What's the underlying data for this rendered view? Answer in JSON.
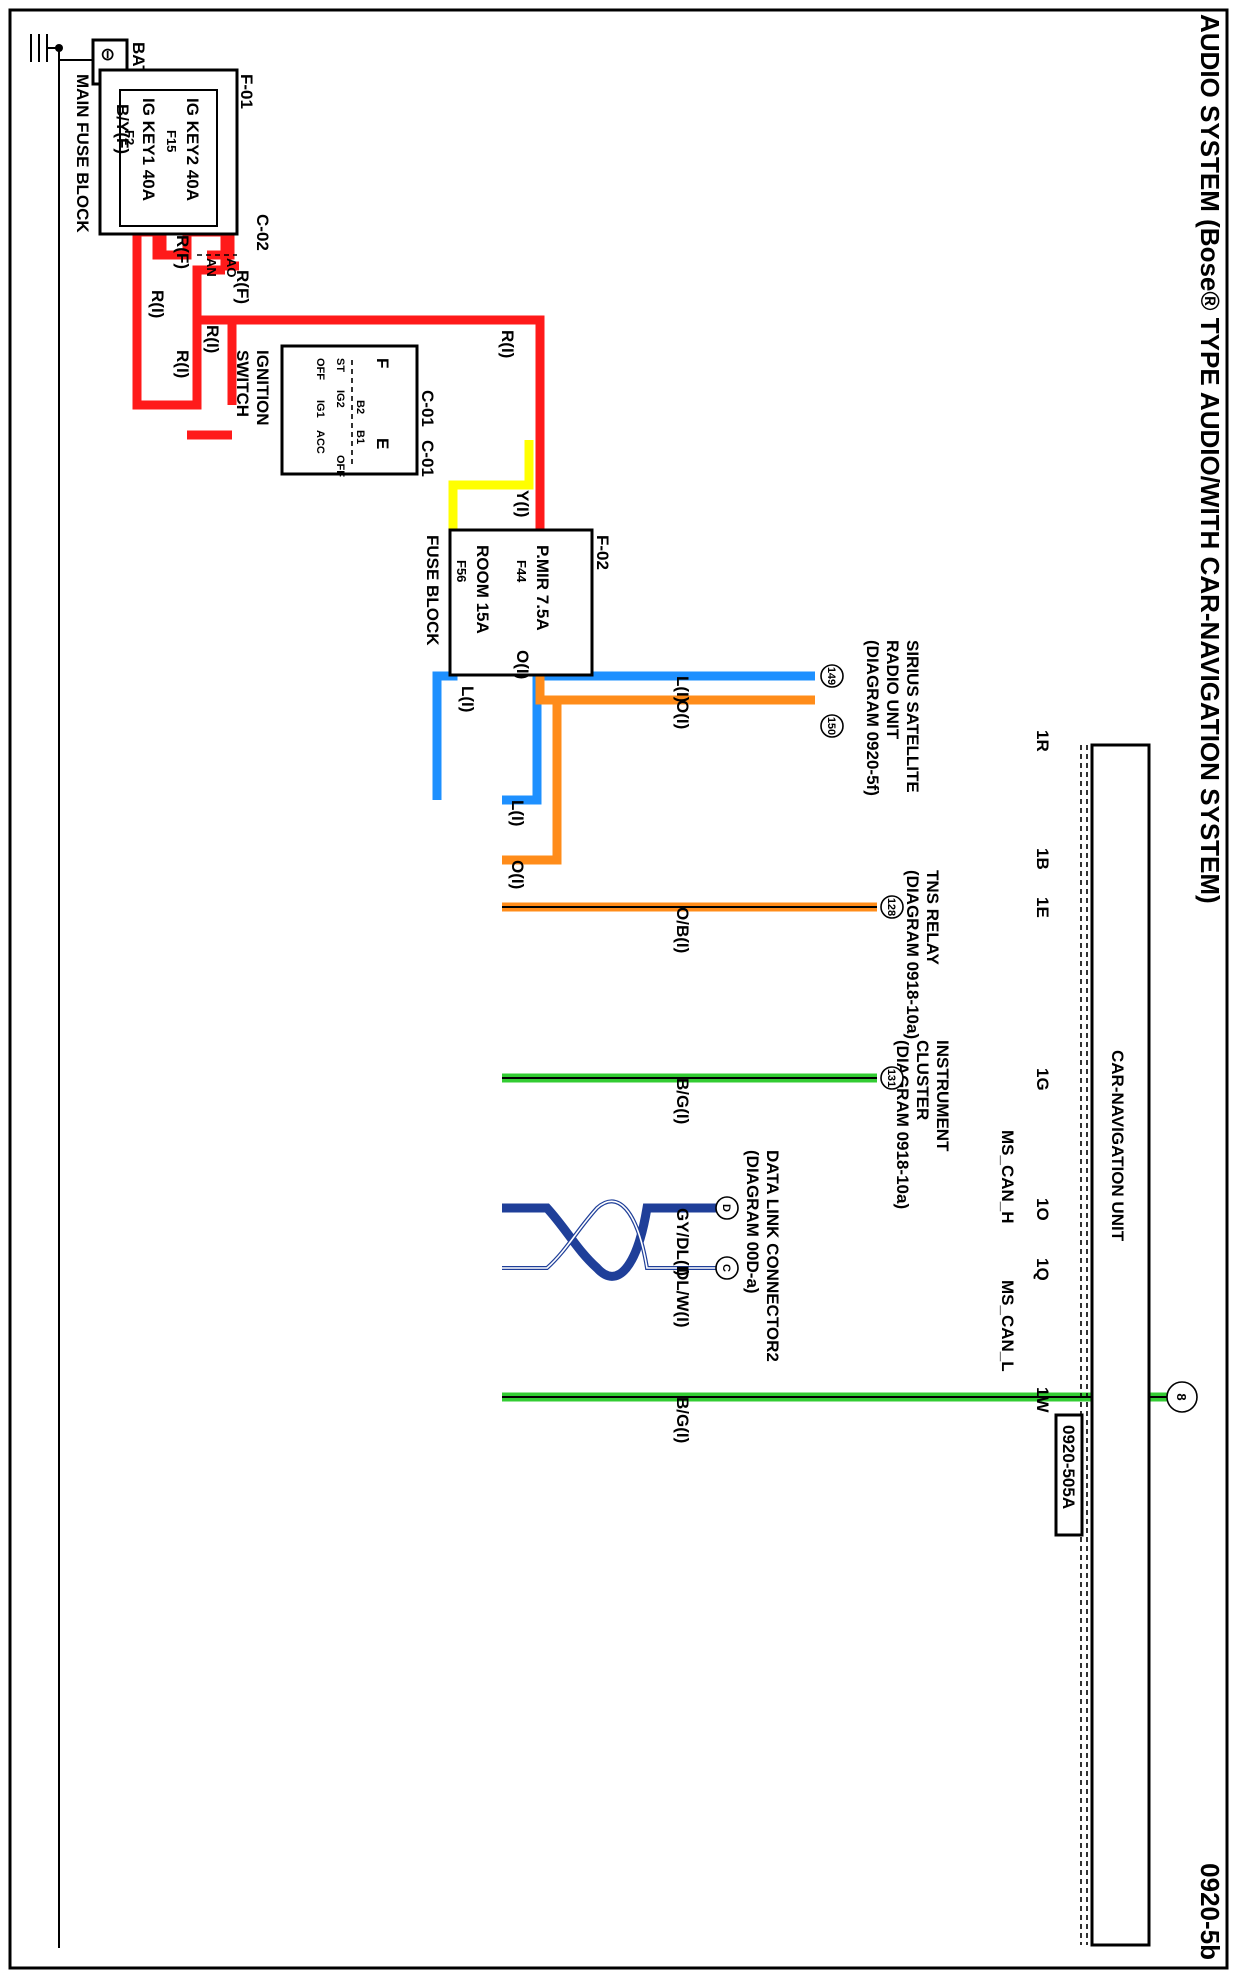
{
  "title": "AUDIO SYSTEM (Bose® TYPE AUDIO/WITH CAR-NAVIGATION SYSTEM)",
  "page_code": "0920-5b",
  "ref_code": "0920-505A",
  "colors": {
    "red": "#ff1a1a",
    "yellow": "#ffff00",
    "blue": "#1e90ff",
    "orange": "#ff8c1a",
    "green": "#33cc33",
    "navy": "#1f3f99",
    "black": "#000000"
  },
  "battery": {
    "label": "BATTERY",
    "minus": "⊖",
    "plus": "⊕"
  },
  "main_fuse_block": {
    "connector": "F-01",
    "label": "MAIN FUSE BLOCK",
    "fuses": [
      {
        "name": "IG KEY2 40A",
        "id": "F15"
      },
      {
        "name": "IG KEY1 40A",
        "id": "F2"
      }
    ]
  },
  "ignition_switch": {
    "label_line1": "IGNITION",
    "label_line2": "SWITCH",
    "connector": "C-01",
    "connector2": "C-01",
    "terminals": [
      "F",
      "E"
    ],
    "positions": [
      "ST",
      "IG2",
      "OFF",
      "B2",
      "IG1",
      "B1",
      "ACC",
      "OFF"
    ]
  },
  "connector_c02": {
    "name": "C-02",
    "pins": [
      "AN",
      "AO"
    ]
  },
  "fuse_block": {
    "connector": "F-02",
    "label": "FUSE BLOCK",
    "fuses": [
      {
        "name": "P.MIR 7.5A",
        "id": "F44"
      },
      {
        "name": "ROOM 15A",
        "id": "F56"
      }
    ]
  },
  "wires": {
    "by_f": "B/Y(F)",
    "r_f_1": "R(F)",
    "r_f_2": "R(F)",
    "r_i_1": "R(I)",
    "r_i_2": "R(I)",
    "r_i_3": "R(I)",
    "r_i_4": "R(I)",
    "y_i": "Y(I)",
    "l_i_1": "L(I)",
    "l_i_2": "L(I)",
    "l_i_3": "L(I)",
    "o_i_1": "O(I)",
    "o_i_2": "O(I)",
    "o_i_3": "O(I)",
    "ob_i": "O/B(I)",
    "bg_i_1": "B/G(I)",
    "gydl_i": "GY/DL(I)",
    "dlw_i": "DL/W(I)",
    "bg_i_2": "B/G(I)"
  },
  "car_nav": {
    "label": "CAR-NAVIGATION UNIT",
    "pins": [
      "1R",
      "1B",
      "1E",
      "1G",
      "1O",
      "1Q",
      "1W"
    ],
    "ms_can_h": "MS_CAN_H",
    "ms_can_l": "MS_CAN_L"
  },
  "destinations": {
    "sirius": {
      "line1": "SIRIUS SATELLITE",
      "line2": "RADIO UNIT",
      "line3": "(DIAGRAM 0920-5f)",
      "pins": [
        "149",
        "150"
      ]
    },
    "tns": {
      "line1": "TNS RELAY",
      "line2": "(DIAGRAM 0918-10a)",
      "pin": "128"
    },
    "cluster": {
      "line1": "INSTRUMENT",
      "line2": "CLUSTER",
      "line3": "(DIAGRAM 0918-10a)",
      "pin": "131"
    },
    "dlc": {
      "line1": "DATA LINK CONNECTOR2",
      "line2": "(DIAGRAM 00D-a)",
      "pins": [
        "D",
        "C"
      ]
    },
    "ground": {
      "number": "8"
    }
  }
}
